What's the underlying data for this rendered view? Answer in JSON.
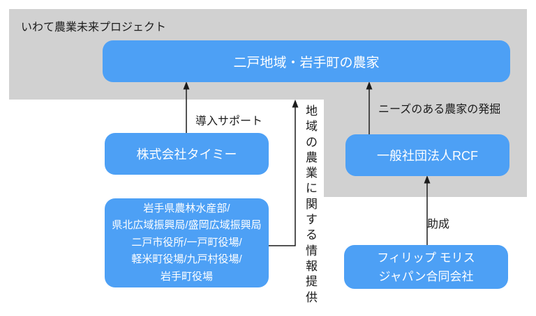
{
  "project": {
    "title": "いわて農業未来プロジェクト"
  },
  "nodes": {
    "farmers": {
      "label": "二戸地域・岩手町の農家"
    },
    "timee": {
      "label": "株式会社タイミー"
    },
    "government": {
      "lines": [
        "岩手県農林水産部/",
        "県北広域振興局/盛岡広域振興局",
        "二戸市役所/一戸町役場/",
        "軽米町役場/九戸村役場/",
        "岩手町役場"
      ]
    },
    "rcf": {
      "label": "一般社団法人RCF"
    },
    "philip_morris": {
      "lines": [
        "フィリップ モリス",
        "ジャパン合同会社"
      ]
    }
  },
  "edges": {
    "intro_support": {
      "label": "導入サポート"
    },
    "info_provision": {
      "label": "地域の農業に関する情報提供"
    },
    "needs_discovery": {
      "label": "ニーズのある農家の発掘"
    },
    "grant": {
      "label": "助成"
    }
  },
  "colors": {
    "node_blue": "#4DA0F5",
    "region_gray": "#D1D1D1",
    "line_black": "#1C1C1C",
    "node_text": "#FFFFFF"
  }
}
